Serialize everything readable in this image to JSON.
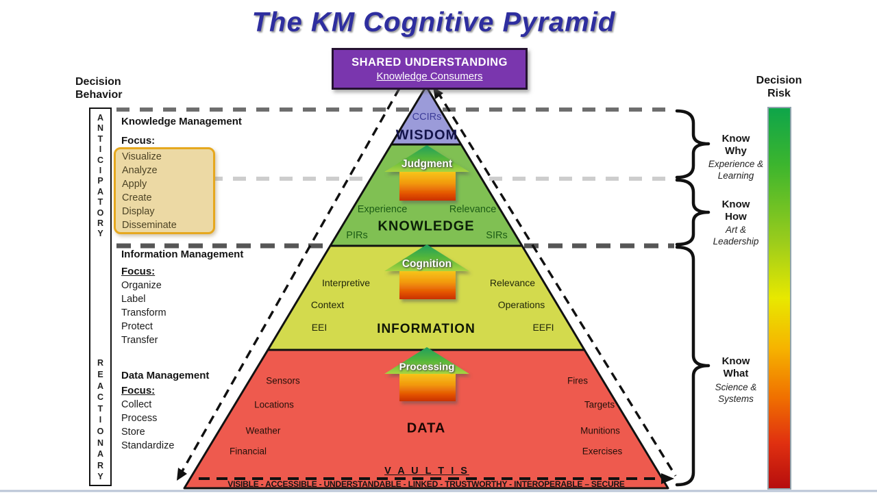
{
  "title": "The KM Cognitive Pyramid",
  "top_box": {
    "line1": "SHARED UNDERSTANDING",
    "line2": "Knowledge Consumers"
  },
  "left_panel": {
    "header": "Decision Behavior",
    "vertical_top": "ANTICIPATORY",
    "vertical_bottom": "REACTIONARY",
    "sections": [
      {
        "title": "Knowledge Management",
        "focus_label": "Focus:",
        "items": [
          "Visualize",
          "Analyze",
          "Apply",
          "Create",
          "Display",
          "Disseminate"
        ],
        "highlighted": true
      },
      {
        "title": "Information Management",
        "focus_label": "Focus:",
        "items": [
          "Organize",
          "Label",
          "Transform",
          "Protect",
          "Transfer"
        ],
        "highlighted": false
      },
      {
        "title": "Data Management",
        "focus_label": "Focus:",
        "items": [
          "Collect",
          "Process",
          "Store",
          "Standardize"
        ],
        "highlighted": false
      }
    ]
  },
  "pyramid": {
    "wisdom": {
      "tag": "CCIRs",
      "label": "WISDOM"
    },
    "knowledge": {
      "arrow": "Judgment",
      "left_top": "Experience",
      "right_top": "Relevance",
      "label": "KNOWLEDGE",
      "left_bottom": "PIRs",
      "right_bottom": "SIRs"
    },
    "information": {
      "arrow": "Cognition",
      "left": [
        "Interpretive",
        "Context",
        "EEI"
      ],
      "right": [
        "Relevance",
        "Operations",
        "EEFI"
      ],
      "label": "INFORMATION"
    },
    "data": {
      "arrow": "Processing",
      "left": [
        "Sensors",
        "Locations",
        "Weather",
        "Financial"
      ],
      "right": [
        "Fires",
        "Targets",
        "Munitions",
        "Exercises"
      ],
      "label": "DATA"
    },
    "base": {
      "vaultis": "V A U L T I S",
      "banner": "VISIBLE - ACCESSIBLE - UNDERSTANDABLE - LINKED - TRUSTWORTHY - INTEROPERABLE – SECURE"
    }
  },
  "right_panel": {
    "header": "Decision Risk",
    "groups": [
      {
        "title": "Know Why",
        "subtitle": "Experience & Learning"
      },
      {
        "title": "Know How",
        "subtitle": "Art & Leadership"
      },
      {
        "title": "Know What",
        "subtitle": "Science & Systems"
      }
    ]
  },
  "colors": {
    "wisdom_band": "#9b9bd9",
    "knowledge_band": "#80c053",
    "information_band": "#d3da4d",
    "data_band": "#ee5a4e",
    "top_box_bg": "#7a36ae",
    "title_text": "#2e2e9f",
    "highlight_fill": "#ecd9a4",
    "highlight_border": "#e6a81e",
    "risk_gradient_top": "#0ea54a",
    "risk_gradient_mid": "#e8e800",
    "risk_gradient_bottom": "#b50d0d"
  }
}
